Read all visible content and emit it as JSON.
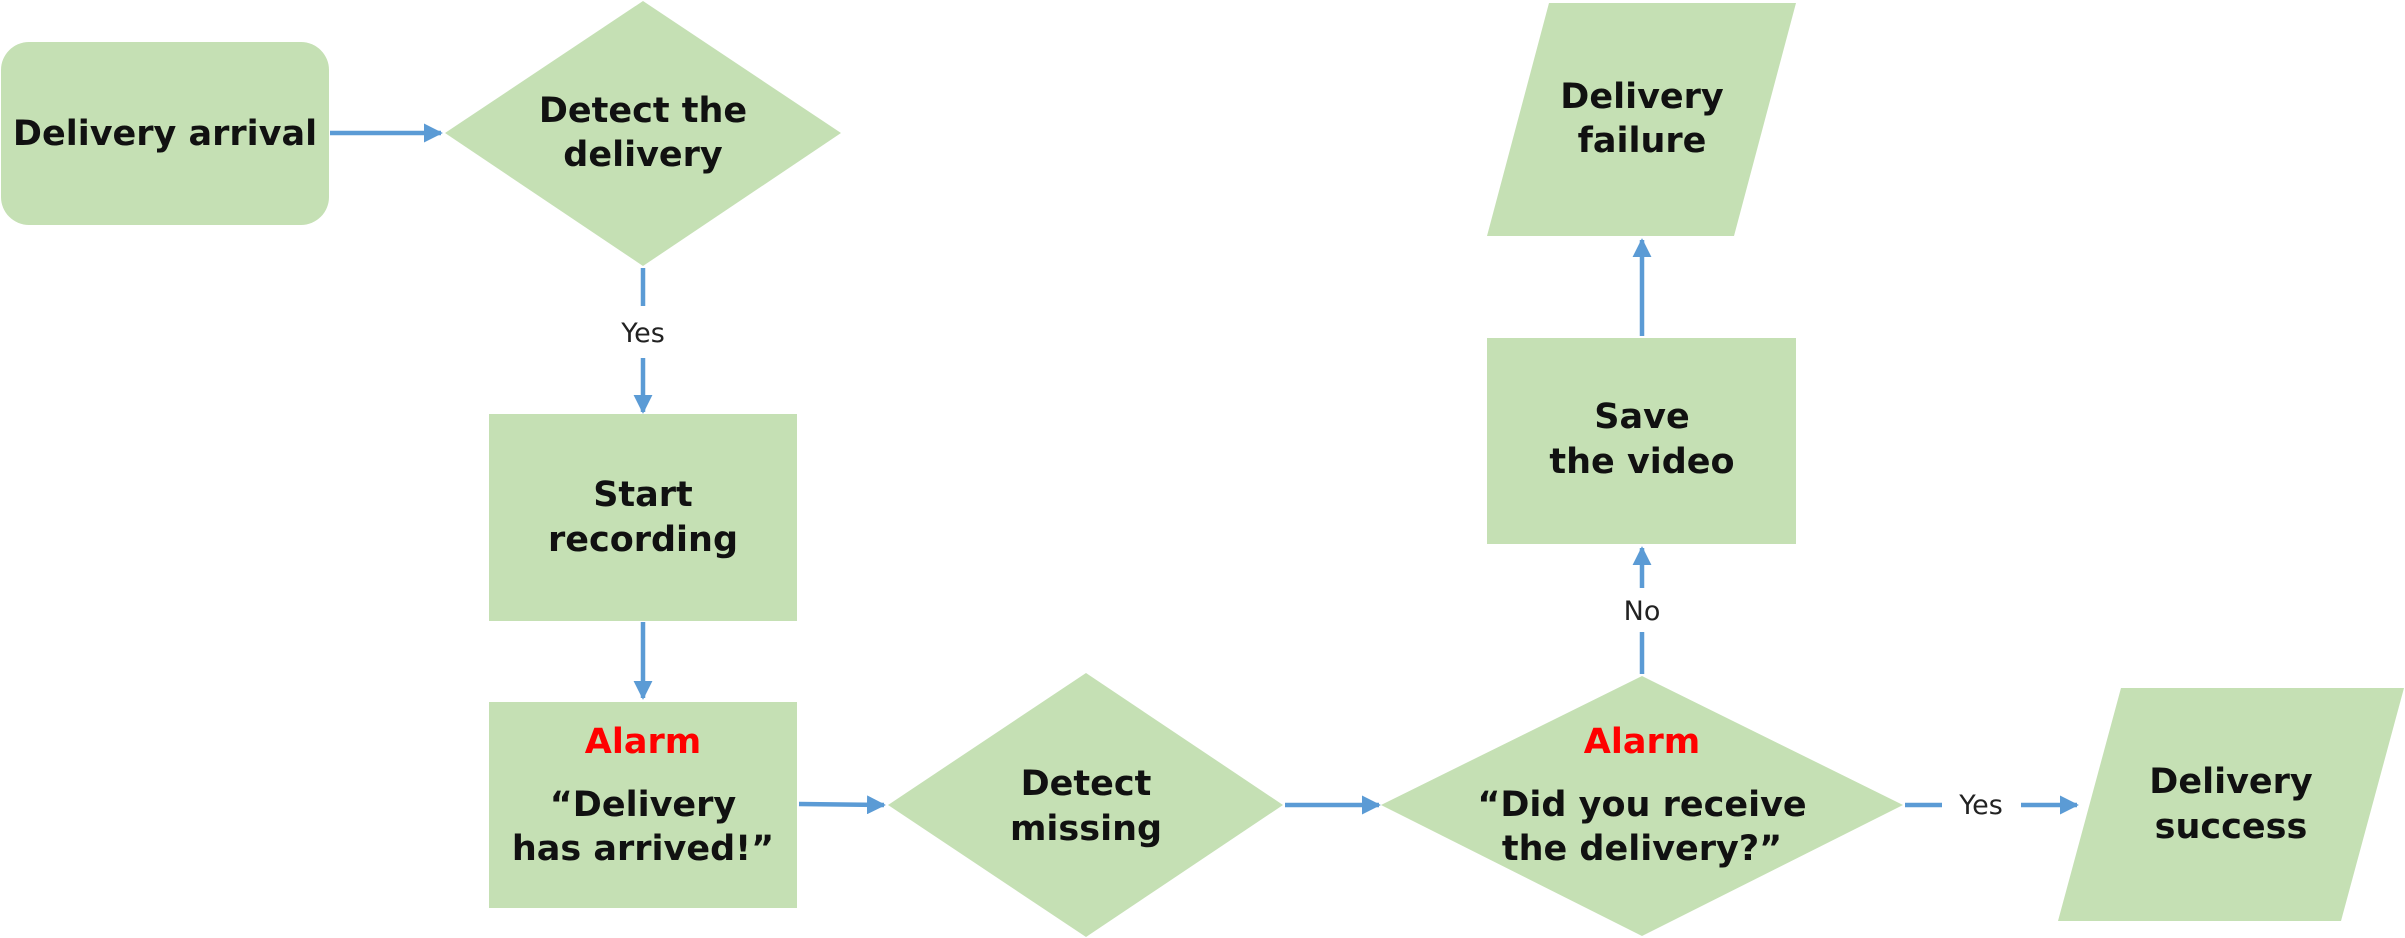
{
  "colors": {
    "node_fill": "#c5e0b4",
    "arrow": "#5b9bd5",
    "alarm": "#ff0000",
    "text": "#111111"
  },
  "nodes": {
    "delivery_arrival": {
      "shape": "rounded-rectangle",
      "lines": [
        "Delivery arrival"
      ]
    },
    "detect_delivery": {
      "shape": "diamond",
      "lines": [
        "Detect the",
        "delivery"
      ]
    },
    "start_recording": {
      "shape": "rectangle",
      "lines": [
        "Start",
        "recording"
      ]
    },
    "alarm_arrived": {
      "shape": "rectangle",
      "alarm": "Alarm",
      "lines": [
        "“Delivery",
        "has arrived!”"
      ]
    },
    "detect_missing": {
      "shape": "diamond",
      "lines": [
        "Detect",
        "missing"
      ]
    },
    "alarm_receive": {
      "shape": "diamond",
      "alarm": "Alarm",
      "lines": [
        "“Did you receive",
        "the delivery?”"
      ]
    },
    "save_video": {
      "shape": "rectangle",
      "lines": [
        "Save",
        "the video"
      ]
    },
    "delivery_failure": {
      "shape": "parallelogram",
      "lines": [
        "Delivery",
        "failure"
      ]
    },
    "delivery_success": {
      "shape": "parallelogram",
      "lines": [
        "Delivery",
        "success"
      ]
    }
  },
  "edges": [
    {
      "from": "delivery_arrival",
      "to": "detect_delivery",
      "label": ""
    },
    {
      "from": "detect_delivery",
      "to": "start_recording",
      "label": "Yes"
    },
    {
      "from": "start_recording",
      "to": "alarm_arrived",
      "label": ""
    },
    {
      "from": "alarm_arrived",
      "to": "detect_missing",
      "label": ""
    },
    {
      "from": "detect_missing",
      "to": "alarm_receive",
      "label": ""
    },
    {
      "from": "alarm_receive",
      "to": "save_video",
      "label": "No"
    },
    {
      "from": "save_video",
      "to": "delivery_failure",
      "label": ""
    },
    {
      "from": "alarm_receive",
      "to": "delivery_success",
      "label": "Yes"
    }
  ]
}
